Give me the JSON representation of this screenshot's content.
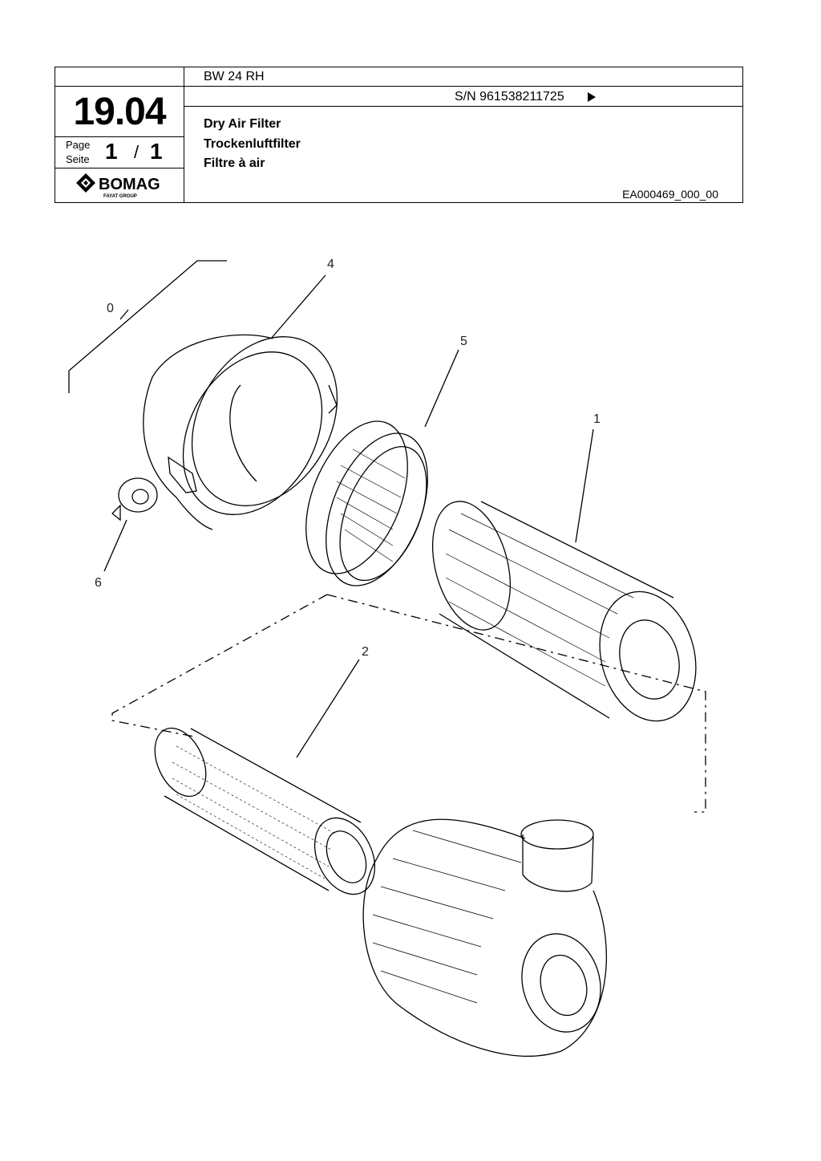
{
  "header": {
    "section_number": "19.04",
    "page_label_en": "Page",
    "page_label_de": "Seite",
    "page_current": "1",
    "page_separator": "/",
    "page_total": "1",
    "brand": "BOMAG",
    "brand_sub": "FAYAT GROUP",
    "model": "BW 24 RH",
    "serial": "S/N 961538211725",
    "title_en": "Dry Air Filter",
    "title_de": "Trockenluftfilter",
    "title_fr": "Filtre à air",
    "drawing_code": "EA000469_000_00"
  },
  "drawing": {
    "callouts": [
      "0",
      "4",
      "5",
      "1",
      "6",
      "2"
    ]
  }
}
